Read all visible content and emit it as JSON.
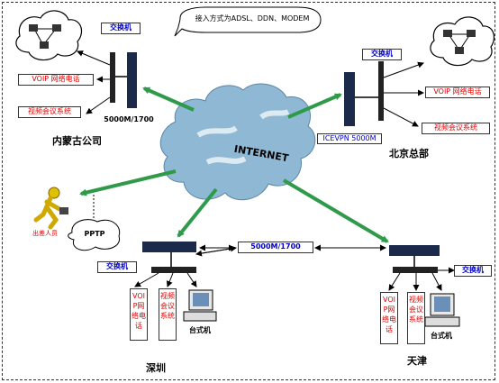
{
  "access_note": "接入方式为ADSL、DDN、MODEM",
  "internet_label": "INTERNET",
  "nodes": {
    "inner_mongolia": {
      "name": "内蒙古公司",
      "switch_label": "交换机",
      "voip_label": "VOIP 网络电话",
      "video_label": "视频会议系统",
      "device_label": "5000M/1700"
    },
    "beijing": {
      "name": "北京总部",
      "switch_label": "交换机",
      "voip_label": "VOIP 网络电话",
      "video_label": "视频会议系统",
      "device_label": "ICEVPN 5000M"
    },
    "shenzhen": {
      "name": "深圳",
      "switch_label": "交换机",
      "voip_label": "VOIP网络电话",
      "video_label": "视频会议系统",
      "pc_label": "台式机"
    },
    "tianjin": {
      "name": "天津",
      "switch_label": "交换机",
      "voip_label": "VOIP网络电话",
      "video_label": "视频会议系统",
      "pc_label": "台式机"
    }
  },
  "link_label": "5000M/1700",
  "mobile": {
    "label": "出差人员",
    "pptp_label": "PPTP"
  },
  "colors": {
    "cloud": "#8fb8d4",
    "arrow_green": "#2e9a4a",
    "text_red": "#e00000",
    "text_blue": "#0000c8"
  }
}
